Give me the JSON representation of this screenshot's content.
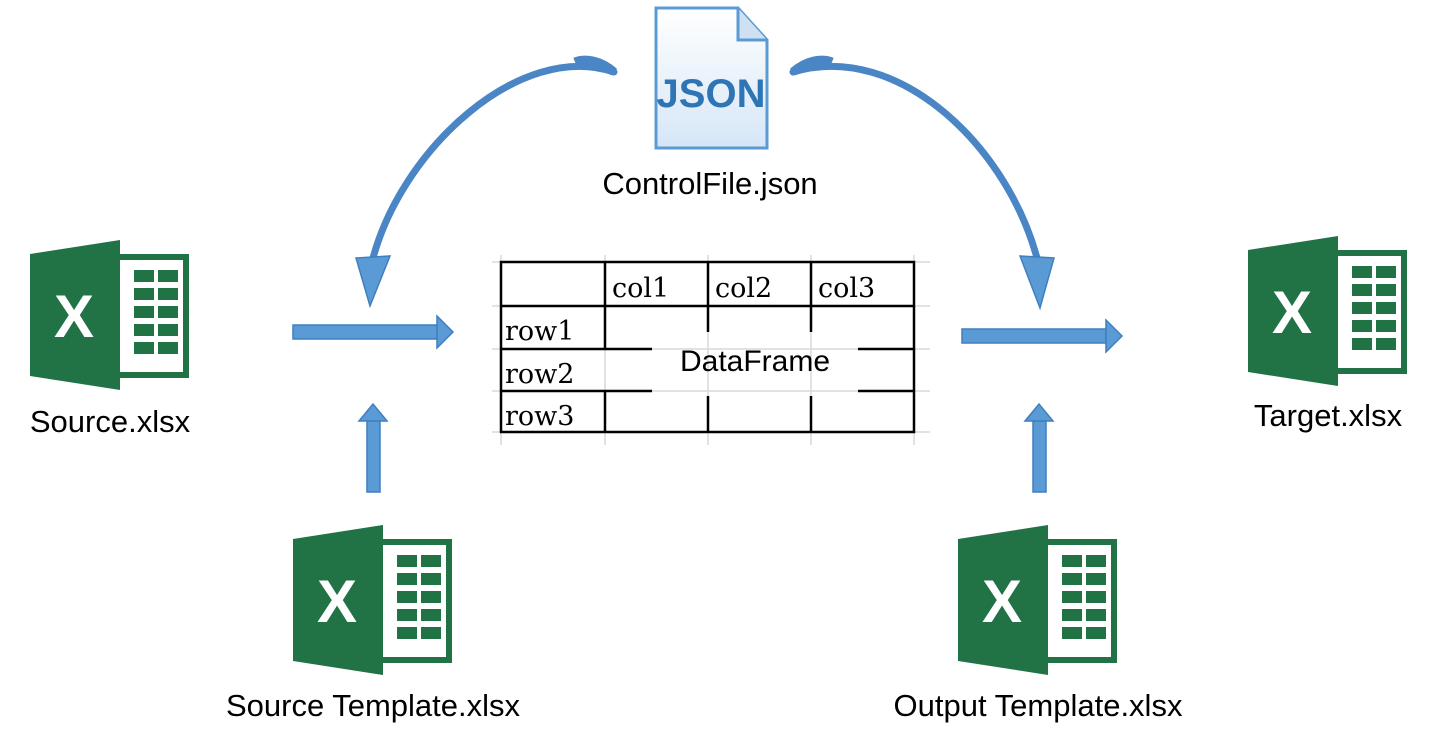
{
  "json_file": {
    "badge": "JSON",
    "label": "ControlFile.json"
  },
  "source": {
    "label": "Source.xlsx",
    "icon": "excel-icon",
    "icon_letter": "X"
  },
  "target": {
    "label": "Target.xlsx",
    "icon": "excel-icon",
    "icon_letter": "X"
  },
  "source_template": {
    "label": "Source Template.xlsx",
    "icon": "excel-icon",
    "icon_letter": "X"
  },
  "output_template": {
    "label": "Output Template.xlsx",
    "icon": "excel-icon",
    "icon_letter": "X"
  },
  "dataframe": {
    "label": "DataFrame",
    "columns": [
      "col1",
      "col2",
      "col3"
    ],
    "rows": [
      "row1",
      "row2",
      "row3"
    ]
  },
  "colors": {
    "excel_green": "#217346",
    "arrow_blue": "#5b9bd5",
    "json_blue": "#2e75b6"
  }
}
